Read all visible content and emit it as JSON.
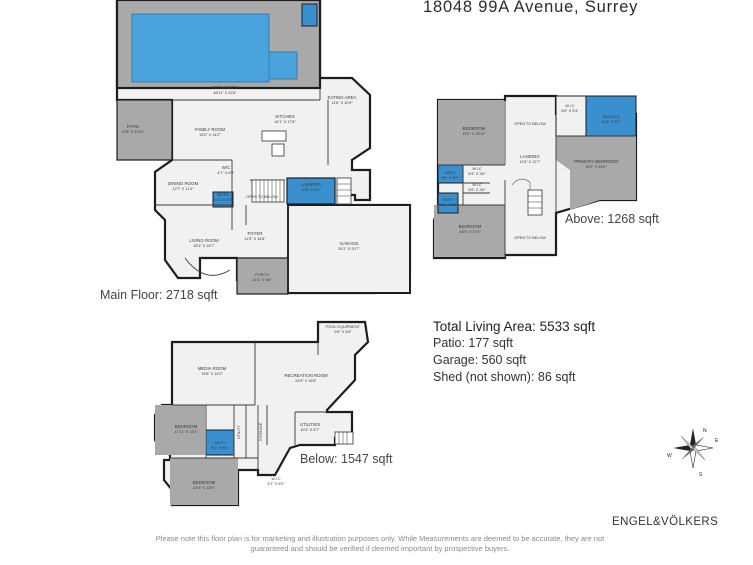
{
  "address": "18048 99A Avenue, Surrey",
  "floors": {
    "main": {
      "label": "Main Floor: 2718 sqft",
      "rooms": {
        "pool_room": {
          "name": "POOL ROOM",
          "dims": "46'11\" X 22'8\""
        },
        "eating_area": {
          "name": "EATING AREA",
          "dims": "11'8\" X 10'9\""
        },
        "kitchen": {
          "name": "KITCHEN",
          "dims": "16'1\" X 17'8\""
        },
        "family_room": {
          "name": "FAMILY ROOM",
          "dims": "15'0\" X 14'2\""
        },
        "patio": {
          "name": "PATIO",
          "dims": "13'5\" X 13'11\""
        },
        "dining_room": {
          "name": "DINING ROOM",
          "dims": "12'7\" X 11'4\""
        },
        "wic": {
          "name": "W/C",
          "dims": "4'1\" X 6'0\""
        },
        "bath": {
          "name": "BATH",
          "dims": "4'11\" X 6'0\""
        },
        "laundry": {
          "name": "LAUNDRY",
          "dims": "12'6\" X 8'1\""
        },
        "open_below": {
          "name": "OPEN TO BELOW"
        },
        "foyer": {
          "name": "FOYER",
          "dims": "11'5\" X 16'8\""
        },
        "living_room": {
          "name": "LIVING ROOM",
          "dims": "15'3\" X 15'7\""
        },
        "porch": {
          "name": "PORCH",
          "dims": "11'4\" X 9'8\""
        },
        "garage": {
          "name": "GARAGE",
          "dims": "26'1\" X 20'7\""
        }
      }
    },
    "upper": {
      "label": "Above: 1268 sqft",
      "rooms": {
        "bedroom1": {
          "name": "BEDROOM",
          "dims": "15'3\" X 15'10\""
        },
        "open_below_1": {
          "name": "OPEN TO BELOW"
        },
        "wic1": {
          "name": "W.I.C",
          "dims": "6'6\" X 5'4\""
        },
        "ensuite": {
          "name": "ENSUITE",
          "dims": "12'4\" X 9'4\""
        },
        "landing": {
          "name": "LANDING",
          "dims": "11'5\" X 12'7\""
        },
        "primary_bedroom": {
          "name": "PRIMARY BEDROOM",
          "dims": "16'2\" X 14'5\""
        },
        "bath": {
          "name": "BATH",
          "dims": "6'8\" X 8'0\""
        },
        "wic2": {
          "name": "W.I.C",
          "dims": "6'4\" X 3'6\""
        },
        "wic3": {
          "name": "W.I.C",
          "dims": "6'6\" X 3'6\""
        },
        "bath2": {
          "name": "BATH",
          "dims": "4'11\" X 8'1\""
        },
        "bedroom2": {
          "name": "BEDROOM",
          "dims": "16'9\" X 17'5\""
        },
        "open_below_2": {
          "name": "OPEN TO BELOW"
        }
      }
    },
    "below": {
      "label": "Below: 1547 sqft",
      "rooms": {
        "pool_equipment": {
          "name": "POOL EQUIPMENT",
          "dims": "9'6\" X 6'5\""
        },
        "media_room": {
          "name": "MEDIA ROOM",
          "dims": "19'8\" X 14'0\""
        },
        "recreation_room": {
          "name": "RECREATION ROOM",
          "dims": "24'5\" X 16'8\""
        },
        "bedroom1": {
          "name": "BEDROOM",
          "dims": "17'11\" X 12'2\""
        },
        "utility": {
          "name": "UTILITY"
        },
        "storage": {
          "name": "STORAGE"
        },
        "utilities": {
          "name": "UTILITIES",
          "dims": "10'4\" X 8'7\""
        },
        "bath": {
          "name": "BATH",
          "dims": "8'2\" X 8'6\""
        },
        "bedroom2": {
          "name": "BEDROOM",
          "dims": "23'4\" X 12'5\""
        },
        "wic": {
          "name": "W.I.C",
          "dims": "4'2\" X 6'0\""
        }
      }
    }
  },
  "totals": {
    "total": "Total Living Area: 5533 sqft",
    "patio": "Patio: 177 sqft",
    "garage": "Garage: 560 sqft",
    "shed": "Shed (not shown): 86 sqft"
  },
  "compass": {
    "north": "N",
    "east": "E",
    "south": "S",
    "west": "W"
  },
  "disclaimer": "Please note this floor plan is for marketing and illustration purposes only. While Measurements are deemed to be accurate, they are not guaranteed and should be verified if deemed important by prospective buyers.",
  "brand": "ENGEL&VÖLKERS",
  "colors": {
    "room_fill": "#f1f1f1",
    "gray_fill": "#a9a9a9",
    "water_fill": "#4aa3dc",
    "bath_fill": "#3a8fcf",
    "wall": "#1d1d1d"
  }
}
